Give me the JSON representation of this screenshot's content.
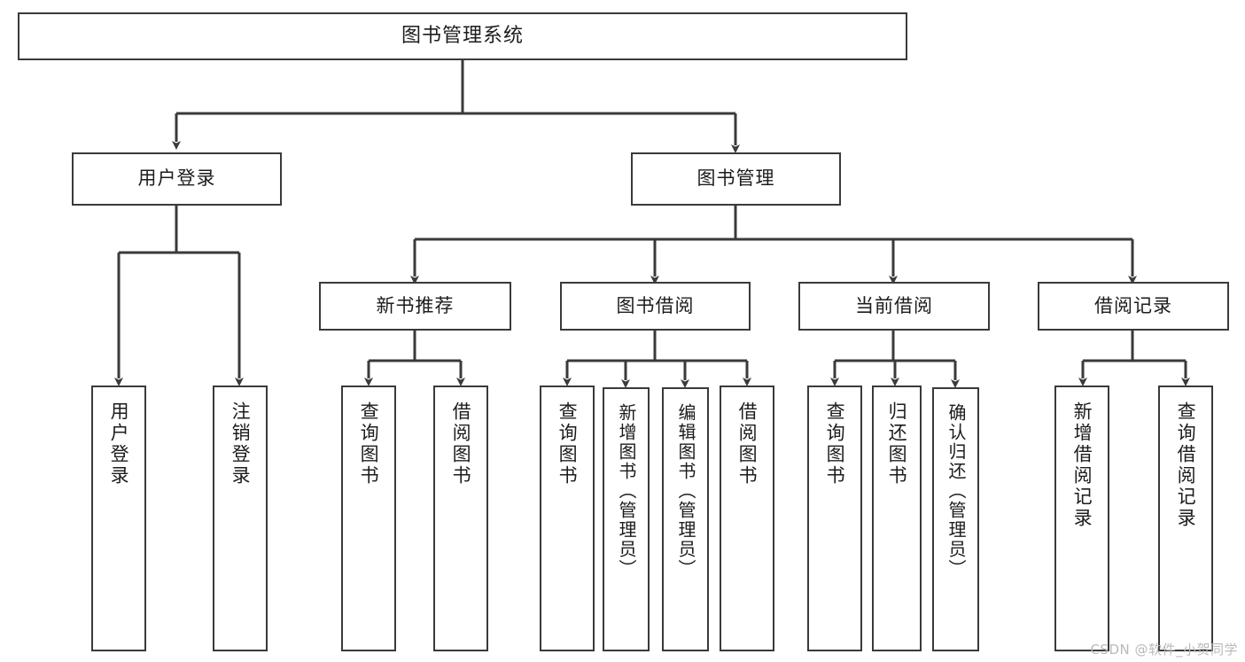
{
  "diagram": {
    "type": "tree",
    "title": "图书管理系统",
    "background": "#ffffff",
    "stroke": "#3a3a3a",
    "text_color": "#1c1c1c"
  },
  "root": {
    "label": "图书管理系统"
  },
  "level1": [
    {
      "label": "用户登录"
    },
    {
      "label": "图书管理"
    }
  ],
  "level2": [
    {
      "label": "新书推荐"
    },
    {
      "label": "图书借阅"
    },
    {
      "label": "当前借阅"
    },
    {
      "label": "借阅记录"
    }
  ],
  "leaves": {
    "user_login": [
      {
        "label": "用户登录"
      },
      {
        "label": "注销登录"
      }
    ],
    "new_book": [
      {
        "label": "查询图书"
      },
      {
        "label": "借阅图书"
      }
    ],
    "book_borrow": [
      {
        "label": "查询图书"
      },
      {
        "label": "新增图书（管理员）"
      },
      {
        "label": "编辑图书（管理员）"
      },
      {
        "label": "借阅图书"
      }
    ],
    "current_borrow": [
      {
        "label": "查询图书"
      },
      {
        "label": "归还图书"
      },
      {
        "label": "确认归还（管理员）"
      }
    ],
    "borrow_record": [
      {
        "label": "新增借阅记录"
      },
      {
        "label": "查询借阅记录"
      }
    ]
  },
  "watermark": {
    "text": "CSDN @软件_小贺同学"
  }
}
